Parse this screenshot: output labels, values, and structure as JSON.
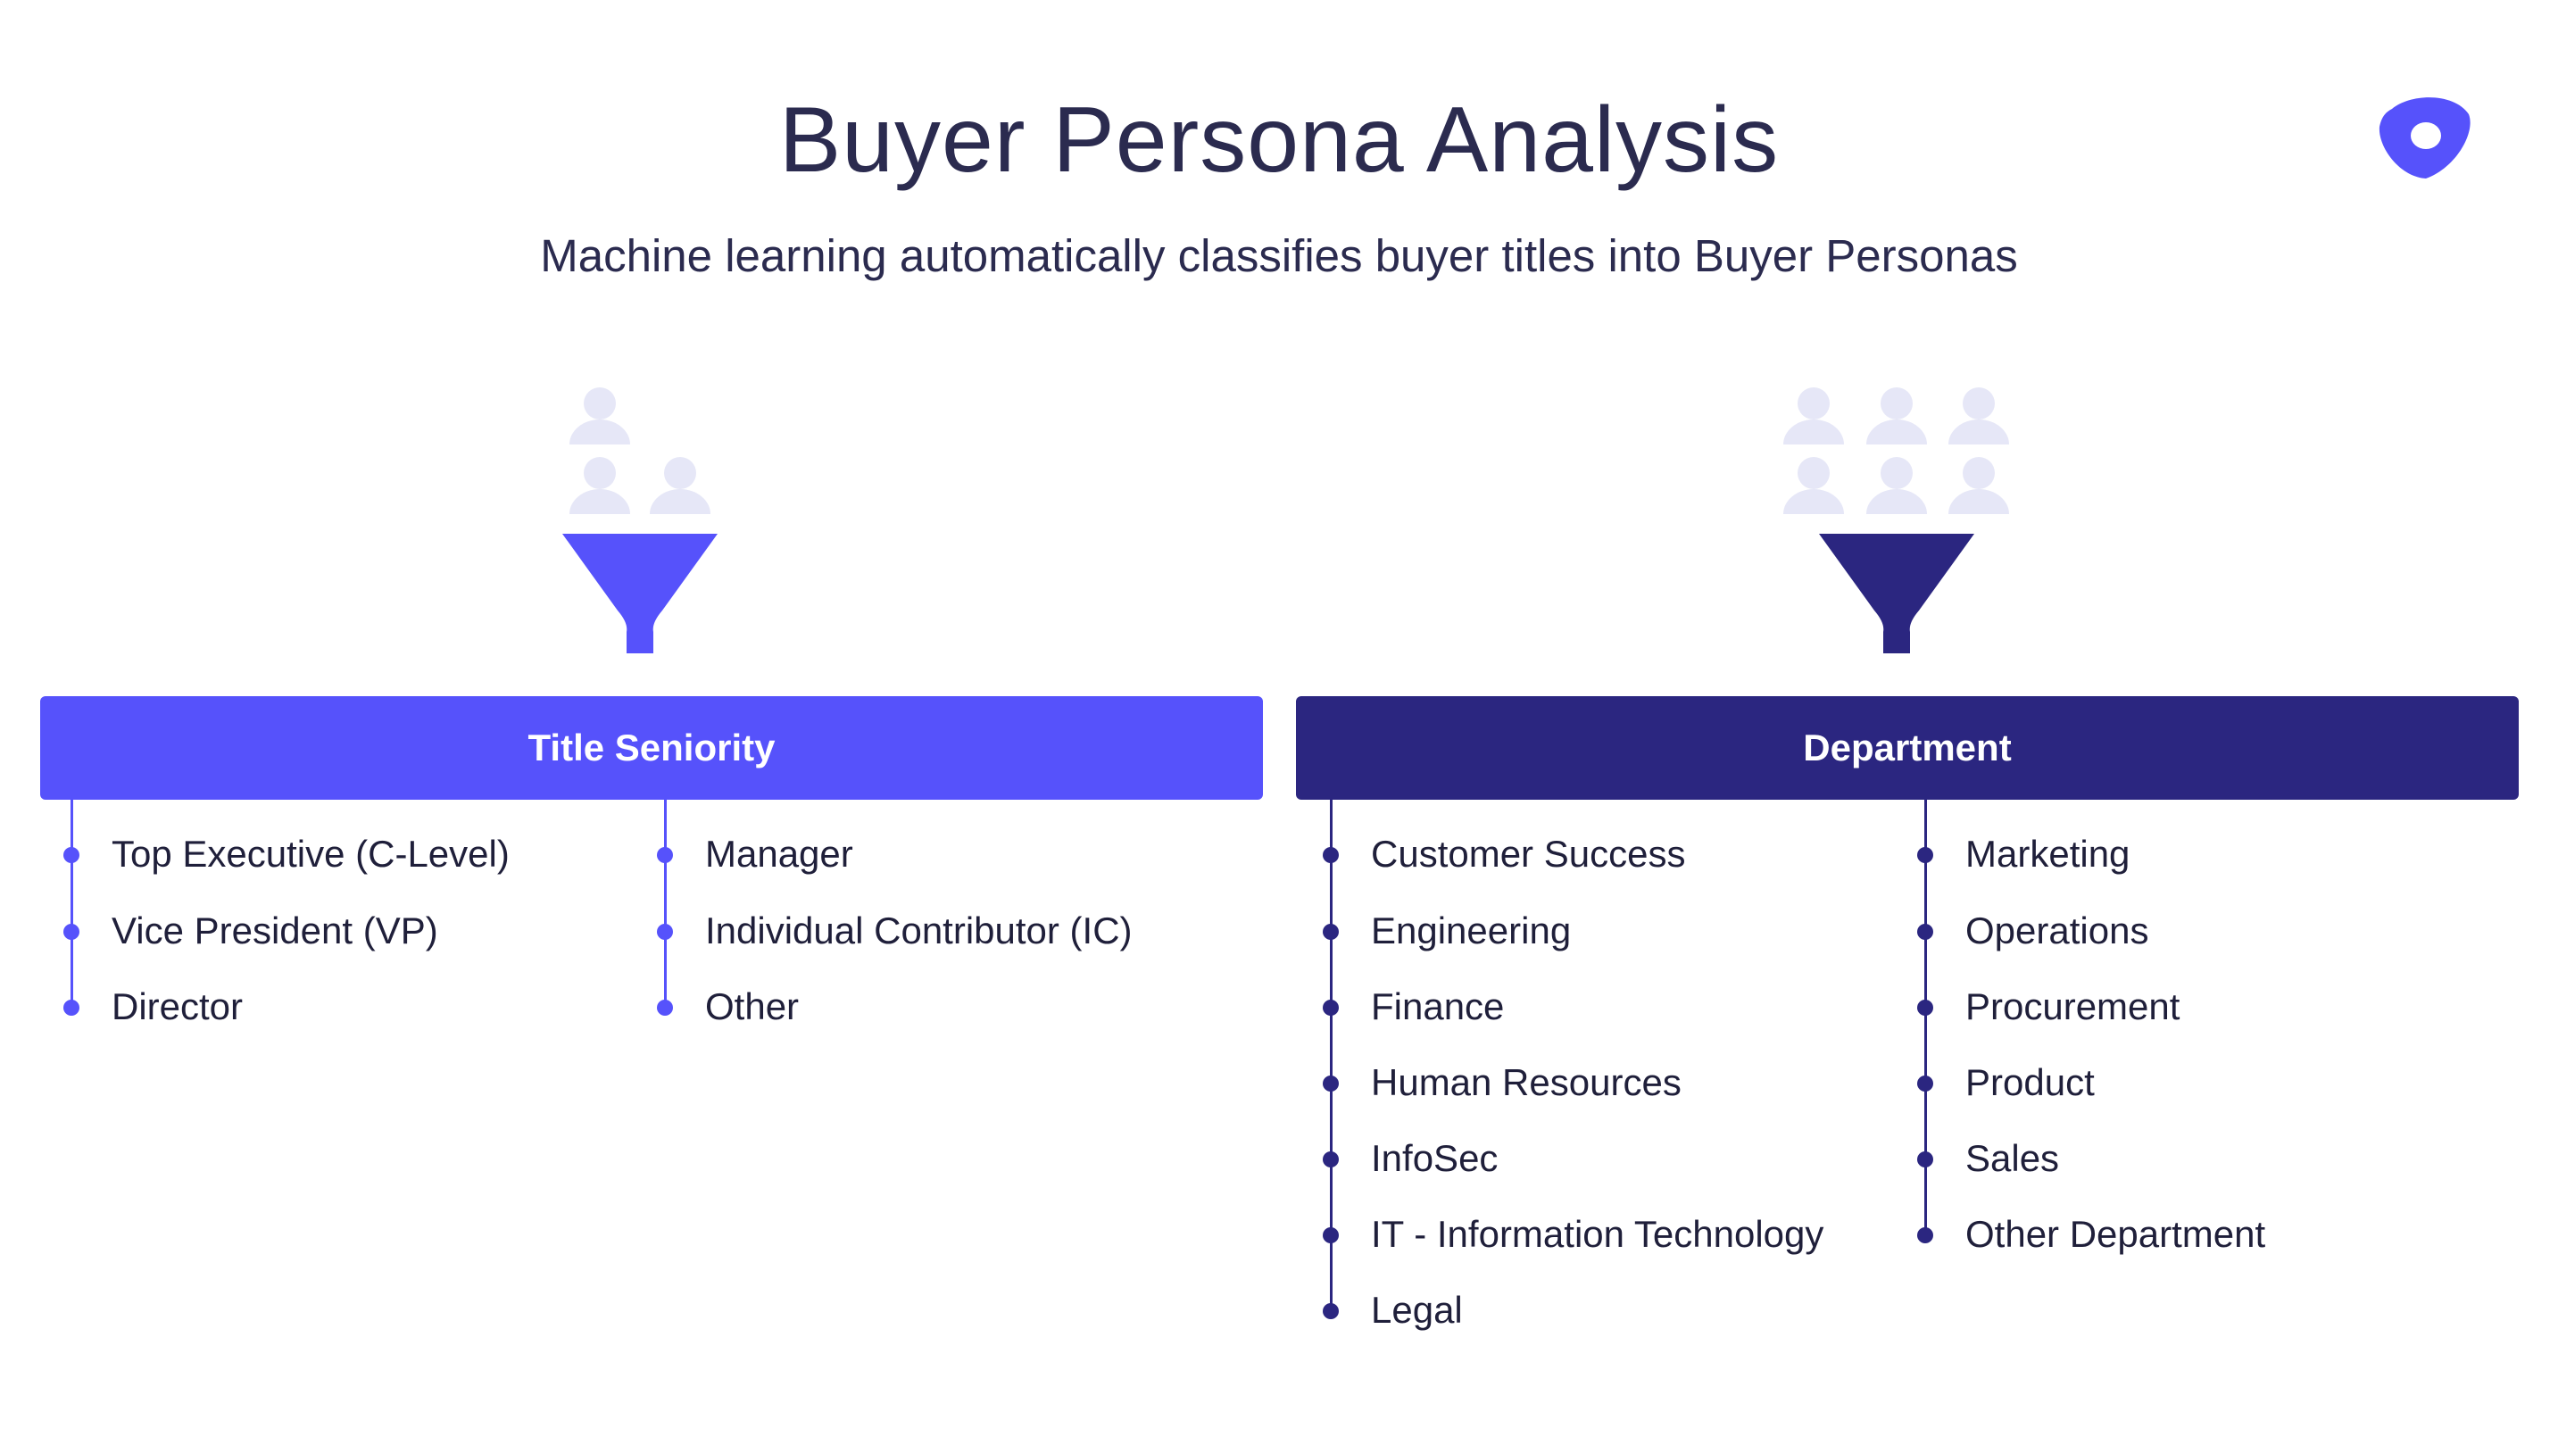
{
  "title": "Buyer Persona Analysis",
  "subtitle": "Machine learning automatically classifies buyer titles into Buyer Personas",
  "colors": {
    "seniority": "#5652fb",
    "department": "#2b2680",
    "people": "#e6e7f7",
    "logo": "#5652fb"
  },
  "icons": {
    "logo": "outreach-logo-icon",
    "people": "person-icon",
    "funnel": "funnel-icon"
  },
  "seniority": {
    "header": "Title Seniority",
    "column_left": [
      "Top Executive (C-Level)",
      "Vice President (VP)",
      "Director"
    ],
    "column_right": [
      "Manager",
      "Individual Contributor (IC)",
      "Other"
    ]
  },
  "department": {
    "header": "Department",
    "column_left": [
      "Customer Success",
      "Engineering",
      "Finance",
      "Human Resources",
      "InfoSec",
      "IT - Information Technology",
      "Legal"
    ],
    "column_right": [
      "Marketing",
      "Operations",
      "Procurement",
      "Product",
      "Sales",
      "Other Department"
    ]
  }
}
